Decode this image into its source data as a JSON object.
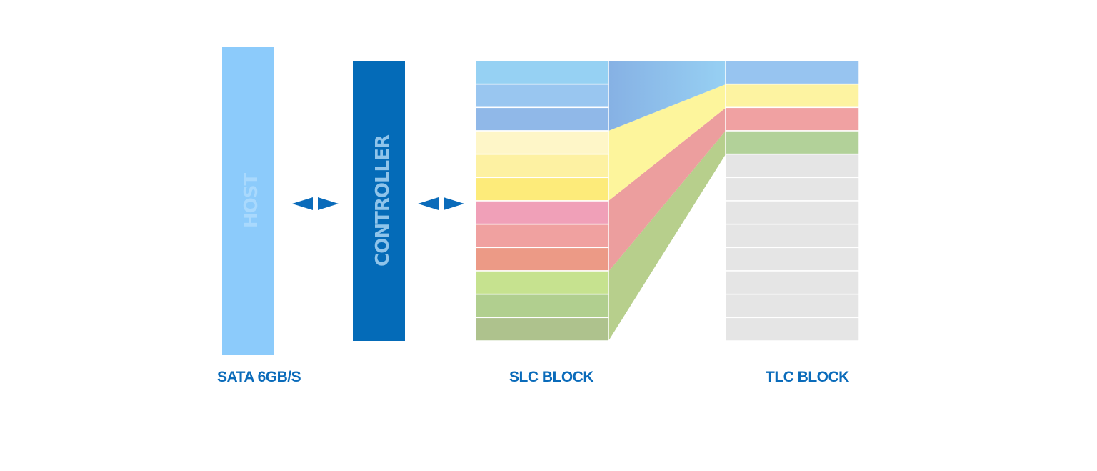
{
  "host": {
    "label": "HOST",
    "fill": "#8ccbfb",
    "text_color": "#a9d9fd"
  },
  "controller": {
    "label": "CONTROLLER",
    "fill": "#046bb8",
    "text_color": "#8fc4ea"
  },
  "arrow_color": "#0a6bba",
  "caption_color": "#0a6bba",
  "captions": {
    "interface": "SATA 6GB/S",
    "slc": "SLC BLOCK",
    "tlc": "TLC BLOCK"
  },
  "slc_cells": [
    "#96d1f3",
    "#99c6f0",
    "#90b8e8",
    "#fef6c8",
    "#fdf1a2",
    "#fdeb7a",
    "#f0a0b8",
    "#f0a1a0",
    "#ec9a86",
    "#c6e28f",
    "#b1cf8f",
    "#aec28d"
  ],
  "tlc_cells": [
    "#97c4f0",
    "#fdf3a1",
    "#f0a1a2",
    "#b2d199",
    "#e5e5e5",
    "#e5e5e5",
    "#e5e5e5",
    "#e5e5e5",
    "#e5e5e5",
    "#e5e5e5",
    "#e5e5e5",
    "#e5e5e5"
  ],
  "connector_groups": [
    {
      "group": "blue",
      "fill": "#8ab7e8"
    },
    {
      "group": "yellow",
      "fill": "#fdf59c"
    },
    {
      "group": "red",
      "fill": "#ec9e9e"
    },
    {
      "group": "green",
      "fill": "#b7cf8c"
    }
  ]
}
